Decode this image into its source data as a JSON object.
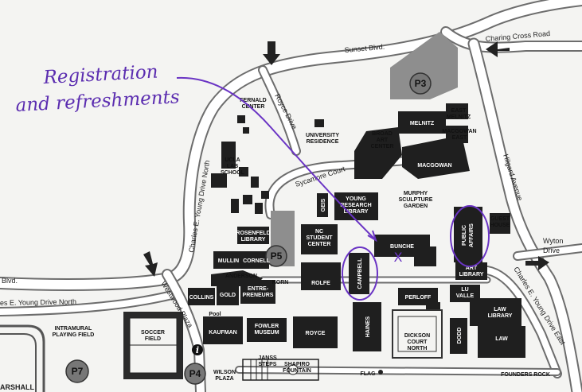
{
  "annotation": {
    "line1": "Registration",
    "line2": "and refreshments",
    "marker": "X"
  },
  "streets": {
    "sunset": "Sunset Blvd.",
    "charing_cross": "Charing Cross Road",
    "royce_drive": "Royce Drive",
    "sycamore_court": "Sycamore Court",
    "hilgard": "Hilgard Avenue",
    "young_north_v": "Charles E. Young Drive North",
    "young_north_h": "es E. Young Drive North",
    "young_east": "Charles E. Young Drive East",
    "wyton_1": "Wyton",
    "wyton_2": "Drive",
    "westwood_plaza": "Westwood Plaza",
    "blvd": "Blvd.",
    "marshall": "ARSHALL"
  },
  "parking": {
    "p3": "P3",
    "p4": "P4",
    "p5": "P5",
    "p7": "P7"
  },
  "info_icon": "i",
  "buildings": {
    "fernadl_1": "FERNALD",
    "fernald_2": "CENTER",
    "univ_1": "UNIVERSITY",
    "univ_2": "RESIDENCE",
    "broad_1": "BROAD",
    "broad_2": "ART",
    "broad_3": "CENTER",
    "melnitz": "MELNITZ",
    "east_melnitz_1": "EAST",
    "east_melnitz_2": "MELNITZ",
    "macgowan_east_1": "MACGOWAN",
    "macgowan_east_2": "EAST",
    "macgowan": "MACGOWAN",
    "ucla_lab_1": "UCLA",
    "ucla_lab_2": "LAB",
    "ucla_lab_3": "SCHOOL",
    "geis": "GEIS",
    "young_1": "YOUNG",
    "young_2": "RESEARCH",
    "young_3": "LIBRARY",
    "murphy_1": "MURPHY",
    "murphy_2": "SCULPTURE",
    "murphy_3": "GARDEN",
    "public_affairs_1": "PUBLIC",
    "public_affairs_2": "AFFAIRS",
    "guest_1": "GUEST",
    "guest_2": "HOUSE",
    "rosenfeld_1": "ROSENFELD",
    "rosenfeld_2": "LIBRARY",
    "nc_1": "NC",
    "nc_2": "STUDENT",
    "nc_3": "CENTER",
    "bunche": "BUNCHE",
    "mullin": "MULLIN",
    "cornell": "CORNELL",
    "campbell": "CAMPBELL",
    "art_library_1": "ART",
    "art_library_2": "LIBRARY",
    "anderson": "ANDERSON",
    "korn": "KORN",
    "rolfe": "ROLFE",
    "lu_valle_1": "LU",
    "lu_valle_2": "VALLE",
    "collins": "COLLINS",
    "gold": "GOLD",
    "entre_1": "ENTRE-",
    "entre_2": "PRENEURS",
    "perloff": "PERLOFF",
    "pool": "Pool",
    "kaufman": "KAUFMAN",
    "fowler_1": "FOWLER",
    "fowler_2": "MUSEUM",
    "royce": "ROYCE",
    "haines": "HAINES",
    "dickson_1": "DICKSON",
    "dickson_2": "COURT",
    "dickson_3": "NORTH",
    "dodd": "DODD",
    "law_library_1": "LAW",
    "law_library_2": "LIBRARY",
    "law": "LAW",
    "intramural_1": "INTRAMURAL",
    "intramural_2": "PLAYING FIELD",
    "soccer_1": "SOCCER",
    "soccer_2": "FIELD",
    "wilson_1": "WILSON",
    "wilson_2": "PLAZA",
    "janss_1": "JANSS",
    "janss_2": "STEPS",
    "shapiro_1": "SHAPIRO",
    "shapiro_2": "FOUNTAIN",
    "flag": "FLAG",
    "founders_rock": "FOUNDERS ROCK"
  }
}
